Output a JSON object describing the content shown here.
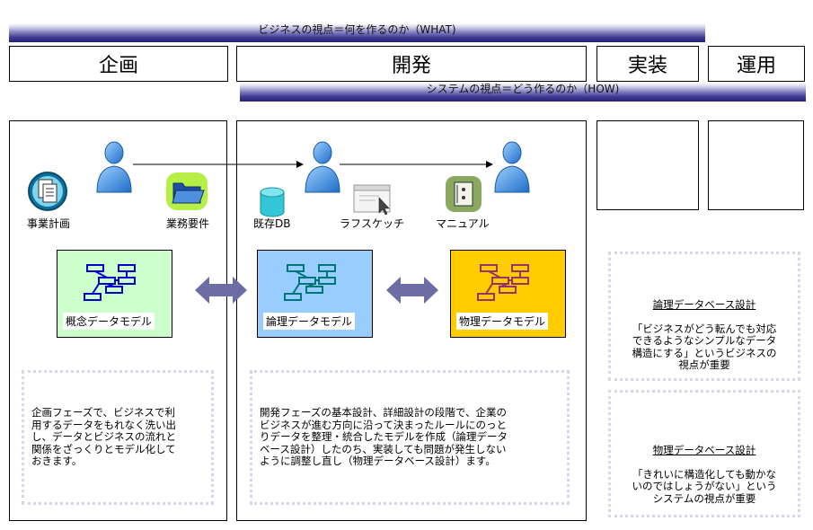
{
  "banners": {
    "business": "ビジネスの視点＝何を作るのか（WHAT)",
    "system": "システムの視点＝どう作るのか（HOW)"
  },
  "phases": {
    "planning": "企画",
    "development": "開発",
    "implementation": "実装",
    "operation": "運用"
  },
  "labels": {
    "business_plan": "事業計画",
    "business_requirements": "業務要件",
    "existing_db": "既存DB",
    "rough_sketch": "ラフスケッチ",
    "manual": "マニュアル"
  },
  "models": {
    "conceptual": "概念データモデル",
    "logical": "論理データモデル",
    "physical": "物理データモデル"
  },
  "descriptions": {
    "planning": "企画フェーズで、ビジネスで利\n用するデータをもれなく洗い出\nし、データとビジネスの流れと\n関係をざっくりとモデル化して\nおきます。",
    "development": "開発フェーズの基本設計、詳細設計の段階で、企業の\nビジネスが進む方向に沿って決まったルールにのっと\nりデータを整理・統合したモデルを作成（論理データ\nベース設計）したのち、実装しても問題が発生しない\nように調整し直し（物理データベース設計）ます。"
  },
  "notes": {
    "logical_title": "論理データベース設計",
    "logical_body": "「ビジネスがどう転んでも対応\nできるようなシンプルなデータ\n構造にする」というビジネスの\n視点が重要",
    "physical_title": "物理データベース設計",
    "physical_body": "「きれいに構造化しても動かな\nいのではしょうがない」という\nシステムの視点が重要"
  },
  "colors": {
    "conceptual_bg": "#ccffcc",
    "logical_bg": "#99ccff",
    "physical_bg": "#ffcc00",
    "conceptual_icon": "#0000cc",
    "logical_icon": "#007777",
    "physical_icon": "#993366",
    "arrow": "#6d6da6",
    "banner_dark": "#252078"
  },
  "icons": [
    "person-icon",
    "document-icon",
    "folder-icon",
    "database-icon",
    "window-cursor-icon",
    "manual-icon",
    "entity-diagram-icon",
    "double-arrow-icon"
  ]
}
